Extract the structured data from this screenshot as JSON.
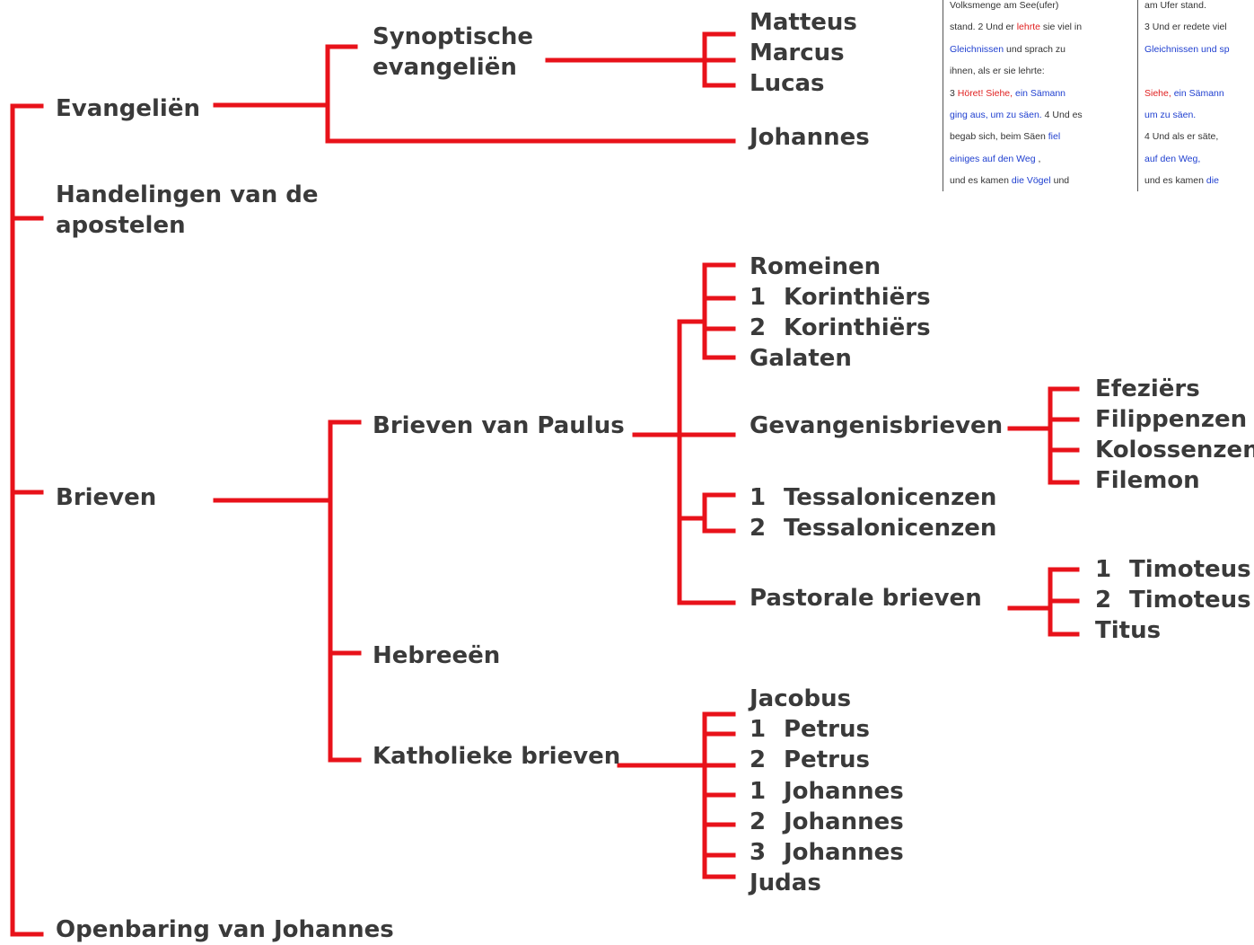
{
  "colors": {
    "line": "#e8121a",
    "text": "#3a3a3a",
    "excerpt_red": "#e02020",
    "excerpt_blue": "#2040d0"
  },
  "tree": {
    "evangelien": "Evangeliën",
    "synoptische": [
      "Synoptische",
      "evangeliën"
    ],
    "matteus": "Matteus",
    "marcus": "Marcus",
    "lucas": "Lucas",
    "johannes": "Johannes",
    "handelingen": [
      "Handelingen van de",
      "apostelen"
    ],
    "brieven": "Brieven",
    "brieven_van_paulus": "Brieven van Paulus",
    "romeinen": "Romeinen",
    "korinthiers_1": [
      "1",
      "Korinthiërs"
    ],
    "korinthiers_2": [
      "2",
      "Korinthiërs"
    ],
    "galaten": "Galaten",
    "gevangenisbrieven": "Gevangenisbrieven",
    "efeziers": "Efeziërs",
    "filippenzen": "Filippenzen",
    "kolossenzen": "Kolossenzen",
    "filemon": "Filemon",
    "tessalonicenzen_1": [
      "1",
      "Tessalonicenzen"
    ],
    "tessalonicenzen_2": [
      "2",
      "Tessalonicenzen"
    ],
    "pastorale_brieven": "Pastorale brieven",
    "timoteus_1": [
      "1",
      "Timoteus"
    ],
    "timoteus_2": [
      "2",
      "Timoteus"
    ],
    "titus": "Titus",
    "hebreeen": "Hebreeën",
    "katholieke_brieven": "Katholieke brieven",
    "jacobus": "Jacobus",
    "petrus_1": [
      "1",
      "Petrus"
    ],
    "petrus_2": [
      "2",
      "Petrus"
    ],
    "johannes_1": [
      "1",
      "Johannes"
    ],
    "johannes_2": [
      "2",
      "Johannes"
    ],
    "johannes_3": [
      "3",
      "Johannes"
    ],
    "judas": "Judas",
    "openbaring": "Openbaring van Johannes"
  },
  "excerpt": {
    "left": [
      [
        {
          "t": "Volksmenge am See(ufer)"
        }
      ],
      [
        {
          "t": "stand. 2 Und er "
        },
        {
          "t": "lehrte",
          "c": "red"
        },
        {
          "t": " sie viel in"
        }
      ],
      [
        {
          "t": "Gleichnissen",
          "c": "blue"
        },
        {
          "t": " und sprach zu"
        }
      ],
      [
        {
          "t": "ihnen, als er sie lehrte:"
        }
      ],
      [
        {
          "t": "3 "
        },
        {
          "t": "Höret! Siehe,",
          "c": "red"
        },
        {
          "t": " ein Sämann",
          "c": "blue"
        }
      ],
      [
        {
          "t": "ging aus, um zu säen.",
          "c": "blue"
        },
        {
          "t": " 4 Und es"
        }
      ],
      [
        {
          "t": "begab sich, beim Säen "
        },
        {
          "t": "fiel",
          "c": "blue"
        }
      ],
      [
        {
          "t": "einiges auf den Weg",
          "c": "blue"
        },
        {
          "t": " ,"
        }
      ],
      [
        {
          "t": "und es kamen "
        },
        {
          "t": "die Vögel",
          "c": "blue"
        },
        {
          "t": " und"
        }
      ]
    ],
    "right": [
      [
        {
          "t": "am Ufer stand."
        }
      ],
      [
        {
          "t": "3 Und er redete viel"
        }
      ],
      [
        {
          "t": "Gleichnissen und sp",
          "c": "blue"
        }
      ],
      [
        {
          "t": ""
        }
      ],
      [
        {
          "t": "Siehe,",
          "c": "red"
        },
        {
          "t": " ein Sämann",
          "c": "blue"
        }
      ],
      [
        {
          "t": "um zu säen.",
          "c": "blue"
        }
      ],
      [
        {
          "t": "4 Und als er säte,"
        }
      ],
      [
        {
          "t": "auf den Weg,",
          "c": "blue"
        }
      ],
      [
        {
          "t": "und es kamen "
        },
        {
          "t": "die",
          "c": "blue"
        }
      ]
    ]
  }
}
